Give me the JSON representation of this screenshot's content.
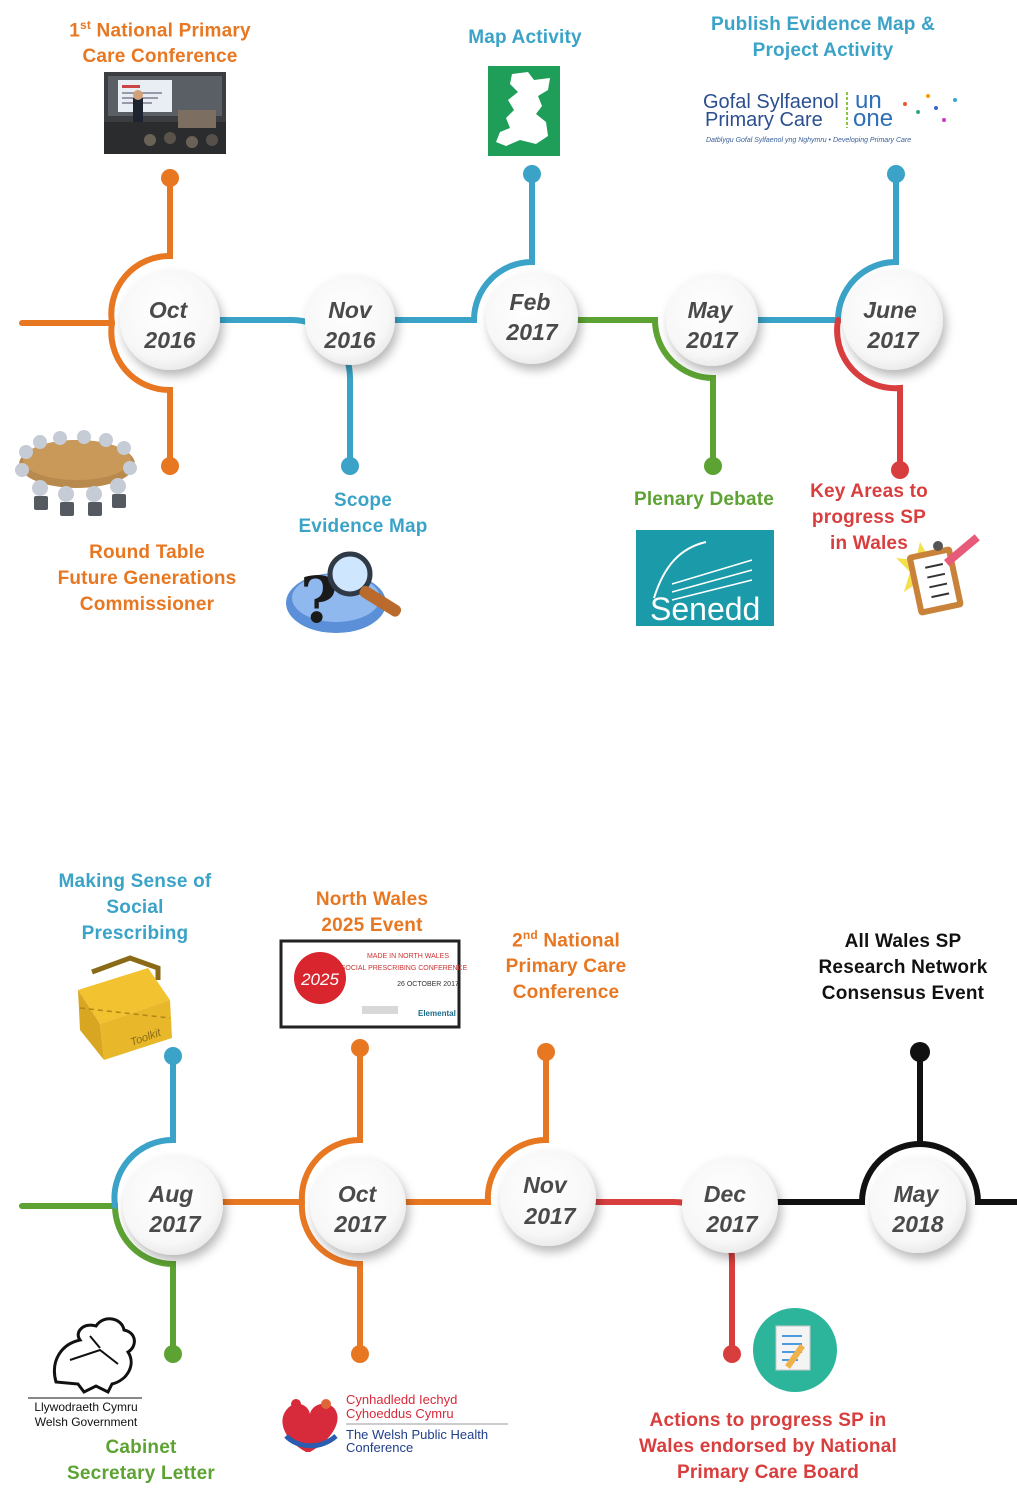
{
  "row1": {
    "dates": [
      {
        "month": "Oct",
        "year": "2016"
      },
      {
        "month": "Nov",
        "year": "2016"
      },
      {
        "month": "Feb",
        "year": "2017"
      },
      {
        "month": "May",
        "year": "2017"
      },
      {
        "month": "June",
        "year": "2017"
      }
    ],
    "events": {
      "national_conf_1": {
        "sup": "st",
        "prefix": "1",
        "line1_rest": " National Primary",
        "line2": "Care Conference"
      },
      "round_table": [
        "Round Table",
        "Future Generations",
        "Commissioner"
      ],
      "scope_map": [
        "Scope",
        "Evidence Map"
      ],
      "map_activity": "Map Activity",
      "plenary": "Plenary Debate",
      "publish": [
        "Publish Evidence Map &",
        "Project  Activity"
      ],
      "key_areas": [
        "Key Areas to",
        "progress SP",
        "in Wales"
      ]
    },
    "logos": {
      "gofal_line1": "Gofal Sylfaenol",
      "gofal_line2": "Primary Care",
      "unone_1": "un",
      "unone_2": "one",
      "gofal_tagline": "Datblygu Gofal Sylfaenol yng Nghymru  •  Developing Primary Care",
      "senedd": "Senedd"
    }
  },
  "row2": {
    "dates": [
      {
        "month": "Aug",
        "year": "2017"
      },
      {
        "month": "Oct",
        "year": "2017"
      },
      {
        "month": "Nov",
        "year": "2017"
      },
      {
        "month": "Dec",
        "year": "2017"
      },
      {
        "month": "May",
        "year": "2018"
      }
    ],
    "events": {
      "making_sense": [
        "Making Sense of",
        "Social",
        "Prescribing"
      ],
      "north_wales": [
        "North Wales",
        "2025 Event"
      ],
      "national_conf_2": {
        "prefix": "2",
        "sup": "nd",
        "line1_rest": " National",
        "line2": "Primary Care",
        "line3": "Conference"
      },
      "all_wales": [
        "All Wales SP",
        "Research Network",
        "Consensus Event"
      ],
      "cabinet": [
        "Cabinet",
        "Secretary Letter"
      ],
      "actions": [
        "Actions to progress SP in",
        "Wales endorsed by National",
        "Primary Care  Board"
      ]
    },
    "logos": {
      "toolkit": "Toolkit",
      "nw_2025": "2025",
      "nw_poster_1": "MADE IN NORTH WALES",
      "nw_poster_2": "SOCIAL PRESCRIBING CONFERENCE",
      "nw_poster_3": "26 OCTOBER 2017",
      "nw_poster_4": "Elemental",
      "welsh_gov_1": "Llywodraeth Cymru",
      "welsh_gov_2": "Welsh Government",
      "phw_1": "Cynhadledd Iechyd",
      "phw_2": "Cyhoeddus Cymru",
      "phw_3": "The Welsh Public Health",
      "phw_4": "Conference"
    }
  },
  "colors": {
    "orange": "#E87722",
    "blue": "#3AA3C7",
    "green": "#5DA333",
    "red": "#D93E3E",
    "black": "#111111",
    "senedd_teal": "#1B9AAA",
    "map_green": "#1E9E58"
  }
}
